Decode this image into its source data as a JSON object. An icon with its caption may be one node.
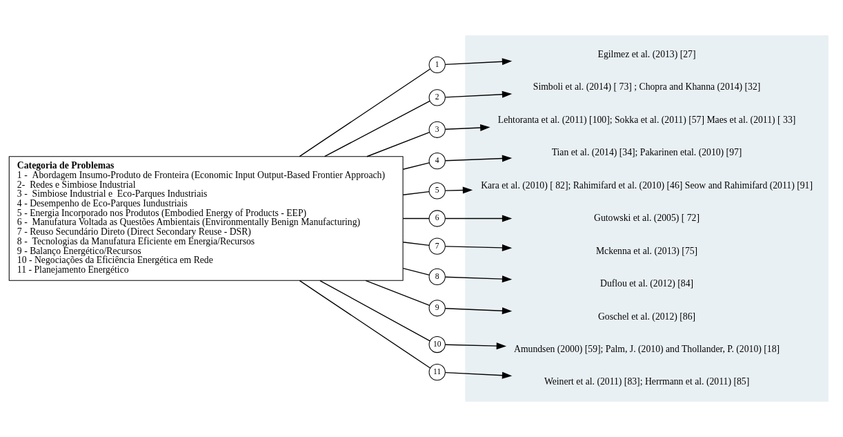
{
  "diagram": {
    "nodes": [
      {
        "text": [
          "Categoria de Problemas",
          "1 -  Abordagem Insumo-Produto de Fronteira (Economic Input Output-Based Frontier Approach)",
          "2-  Redes e Simbiose Industrial",
          "3 -  Simbiose Industrial e  Eco-Parques Industriais",
          "4 - Desempenho de Eco-Parques Iundustriais",
          "5 - Energia Incorporado nos Produtos (Embodied Energy of Products - EEP)",
          "6 -  Manufatura Voltada as Questões Ambientais (Environmentally Benign Manufacturing)",
          "7 - Reuso Secundário Direto (Direct Secondary Reuse - DSR)",
          "8 -  Tecnologias da Manufatura Eficiente em Energia/Recursos",
          "9 - Balanço Energético/Recursos",
          "10 - Negociações da Eficiência Energética em Rede",
          "11 - Planejamento Energético"
        ]
      },
      {
        "text": [
          "1"
        ]
      },
      {
        "text": [
          "2"
        ]
      },
      {
        "text": [
          "3"
        ]
      },
      {
        "text": [
          "4"
        ]
      },
      {
        "text": [
          "5"
        ]
      },
      {
        "text": [
          "6"
        ]
      },
      {
        "text": [
          "7"
        ]
      },
      {
        "text": [
          "8"
        ]
      },
      {
        "text": [
          "9"
        ]
      },
      {
        "text": [
          "10"
        ]
      },
      {
        "text": [
          "11"
        ]
      },
      {
        "text": [],
        "shape": "box"
      },
      {
        "text": [
          "Egilmez et al. (2013) [27]"
        ],
        "in": 12
      },
      {
        "text": [
          "Simboli et al. (2014) [ 73] ; Chopra and Khanna (2014) [32]"
        ],
        "in": 12
      },
      {
        "text": [
          "Lehtoranta et al. (2011) [100]; Sokka et al. (2011) [57] Maes et al. (2011) [ 33]"
        ],
        "in": 12
      },
      {
        "text": [
          "Tian et al. (2014) [34]; Pakarinen etal. (2010) [97]"
        ],
        "in": 12
      },
      {
        "text": [
          "Kara et al. (2010) [ 82]; Rahimifard et al. (2010) [46] Seow and Rahimifard (2011) [91]"
        ],
        "in": 12
      },
      {
        "text": [
          "Gutowski et al. (2005) [ 72]"
        ],
        "in": 12
      },
      {
        "text": [
          "Mckenna et al. (2013) [75]"
        ],
        "in": 12
      },
      {
        "text": [
          "Duflou et al. (2012) [84]"
        ],
        "in": 12
      },
      {
        "text": [
          "Goschel et al. (2012) [86]"
        ],
        "in": 12
      },
      {
        "text": [
          "Amundsen (2000) [59]; Palm, J. (2010) and Thollander, P. (2010) [18]"
        ],
        "in": 12
      },
      {
        "text": [
          "Weinert et al. (2011) [83]; Herrmann et al. (2011) [85]"
        ],
        "in": 12
      }
    ],
    "edges": [
      {
        "from": 0,
        "to": 1,
        "arrow": "none"
      },
      {
        "from": 0,
        "to": 2,
        "arrow": "none"
      },
      {
        "from": 0,
        "to": 3,
        "arrow": "none"
      },
      {
        "from": 0,
        "to": 4,
        "arrow": "none"
      },
      {
        "from": 0,
        "to": 5,
        "arrow": "none"
      },
      {
        "from": 0,
        "to": 6,
        "arrow": "none"
      },
      {
        "from": 0,
        "to": 7,
        "arrow": "none"
      },
      {
        "from": 0,
        "to": 8,
        "arrow": "none"
      },
      {
        "from": 0,
        "to": 9,
        "arrow": "none"
      },
      {
        "from": 0,
        "to": 10,
        "arrow": "none"
      },
      {
        "from": 0,
        "to": 11,
        "arrow": "none"
      },
      {
        "from": 1,
        "to": 13,
        "arrow": "to"
      },
      {
        "from": 2,
        "to": 14,
        "arrow": "to"
      },
      {
        "from": 3,
        "to": 15,
        "arrow": "to"
      },
      {
        "from": 4,
        "to": 16,
        "arrow": "to"
      },
      {
        "from": 5,
        "to": 17,
        "arrow": "to"
      },
      {
        "from": 6,
        "to": 18,
        "arrow": "to"
      },
      {
        "from": 7,
        "to": 19,
        "arrow": "to"
      },
      {
        "from": 8,
        "to": 20,
        "arrow": "to"
      },
      {
        "from": 9,
        "to": 21,
        "arrow": "to"
      },
      {
        "from": 10,
        "to": 22,
        "arrow": "to"
      },
      {
        "from": 11,
        "to": 23,
        "arrow": "to"
      }
    ]
  }
}
